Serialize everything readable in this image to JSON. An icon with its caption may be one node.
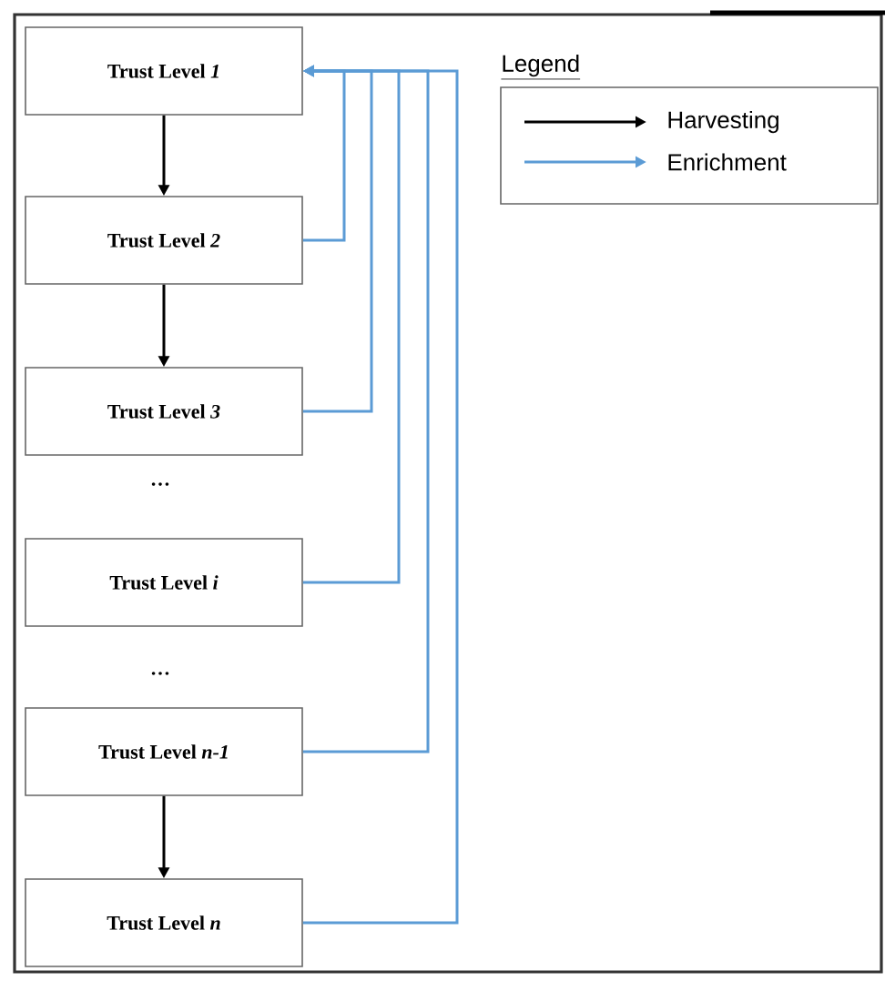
{
  "diagram": {
    "nodes": [
      {
        "text": [
          "Trust Level *1*"
        ]
      },
      {
        "text": [
          "Trust Level *2*"
        ]
      },
      {
        "text": [
          "Trust Level *3*"
        ]
      },
      {
        "text": [
          "Trust Level *i*"
        ]
      },
      {
        "text": [
          "Trust Level *n-1*"
        ]
      },
      {
        "text": [
          "Trust Level *n*"
        ]
      }
    ],
    "edges": [
      {
        "from": 0,
        "to": 1,
        "arrow": "to",
        "color": "#000000"
      },
      {
        "from": 1,
        "to": 2,
        "arrow": "to",
        "color": "#000000"
      },
      {
        "from": 4,
        "to": 5,
        "arrow": "to",
        "color": "#000000"
      },
      {
        "from": 1,
        "to": 0,
        "arrow": "to"
      },
      {
        "from": 2,
        "to": 0,
        "arrow": "to"
      },
      {
        "from": 3,
        "to": 0,
        "arrow": "to"
      },
      {
        "from": 4,
        "to": 0,
        "arrow": "to"
      },
      {
        "from": 5,
        "to": 0,
        "arrow": "to"
      }
    ],
    "labels": [
      "…",
      "…",
      "Legend"
    ],
    "legend": [
      {
        "text": "Harvesting"
      },
      {
        "text": "Enrichment"
      }
    ]
  }
}
